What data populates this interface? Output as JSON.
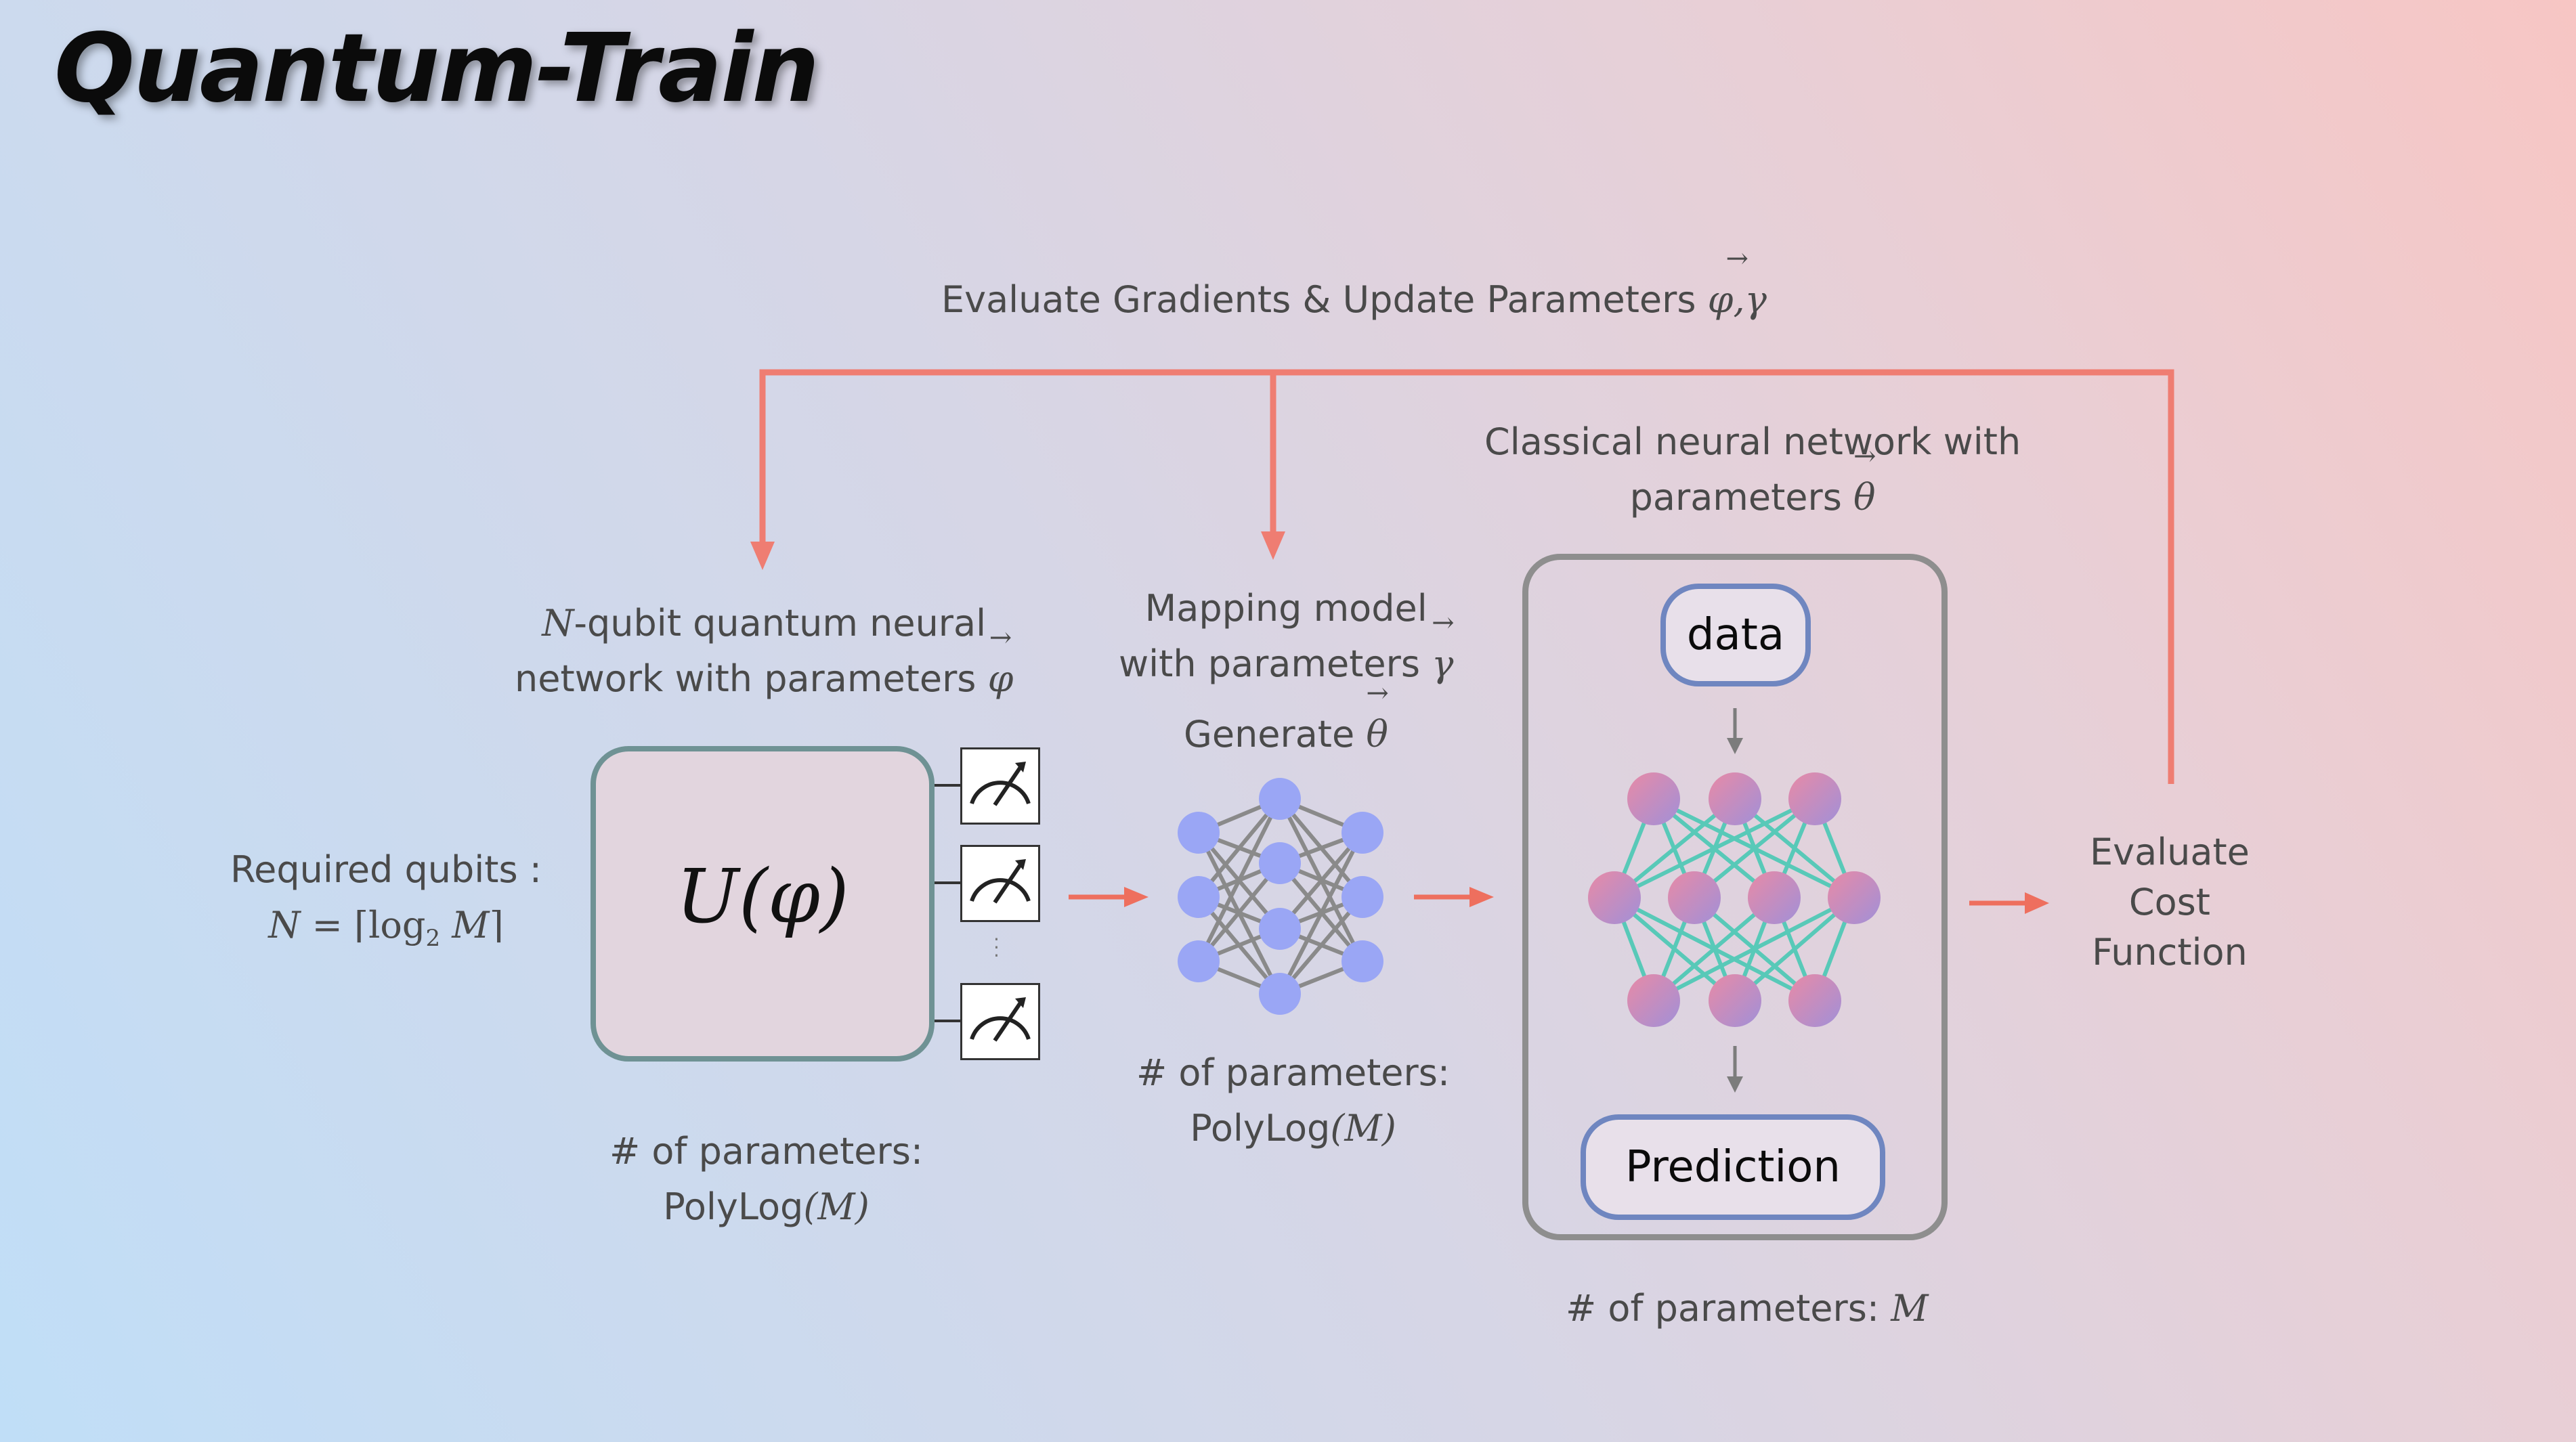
{
  "title": "Quantum-Train",
  "feedback": {
    "label_text": "Evaluate Gradients & Update Parameters",
    "label_params": "φ,γ"
  },
  "required_qubits": {
    "line1": "Required qubits :",
    "formula_N": "N",
    "formula_eq": " = ⌈log",
    "formula_sub": "2",
    "formula_M": " M",
    "formula_close": "⌉"
  },
  "qnn": {
    "caption_N": "N",
    "caption_line1_rest": "-qubit quantum neural",
    "caption_line2": "network with parameters",
    "caption_param": "φ",
    "circuit_label": "U(φ)",
    "params_line1": "# of parameters:",
    "params_line2_text": "PolyLog",
    "params_line2_arg": "(M)"
  },
  "mapping": {
    "line1": "Mapping model",
    "line2": "with parameters",
    "line2_param": "γ",
    "generate_text": "Generate",
    "generate_param": "θ",
    "params_line1": "# of parameters:",
    "params_line2_text": "PolyLog",
    "params_line2_arg": "(M)"
  },
  "classical": {
    "caption_line1": "Classical neural network with",
    "caption_line2": "parameters",
    "caption_param": "θ",
    "data_label": "data",
    "prediction_label": "Prediction",
    "params_text": "# of parameters:",
    "params_arg": "M"
  },
  "evaluate": {
    "line1": "Evaluate",
    "line2": "Cost",
    "line3": "Function"
  },
  "colors": {
    "arrow": "#ee6f5e",
    "feedback_line": "#ef7d72",
    "gray_edge": "#8a8a8a",
    "teal_edge": "#58c9b8",
    "node_blue": "#9aa6f5",
    "node_pink": "#e88aa6",
    "node_purple": "#a190d8",
    "box_border": "#6f9294",
    "pill_border": "#6f86c0"
  },
  "icons": [
    "measurement-meter-icon",
    "arrow-right-icon",
    "arrow-down-icon"
  ]
}
